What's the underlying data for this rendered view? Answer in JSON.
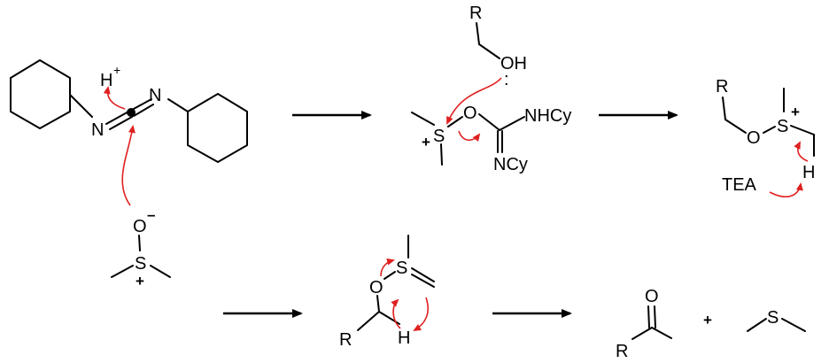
{
  "diagram": {
    "colors": {
      "bond": "#000000",
      "electron_arrow": "#e02020",
      "background": "#ffffff"
    },
    "step1": {
      "proton": "H",
      "proton_charge": "+",
      "carbodiimide_n_left": "N",
      "carbodiimide_n_right": "N",
      "dmso_oxygen": "O",
      "dmso_oxygen_charge": "–",
      "dmso_sulfur": "S",
      "dmso_sulfur_charge": "+"
    },
    "step2": {
      "alcohol_r": "R",
      "alcohol_oh": "OH",
      "lone_pair": ":",
      "sulfur": "S",
      "sulfur_charge": "+",
      "oxygen": "O",
      "nhcy": "NHCy",
      "ncy": "NCy"
    },
    "step3": {
      "r": "R",
      "oxygen": "O",
      "sulfur": "S",
      "sulfur_charge": "+",
      "hydrogen": "H",
      "base": "TEA"
    },
    "step4": {
      "sulfur": "S",
      "oxygen": "O",
      "r": "R",
      "hydrogen": "H"
    },
    "products": {
      "aldehyde_o": "O",
      "aldehyde_r": "R",
      "plus": "+",
      "dms_s": "S"
    }
  }
}
